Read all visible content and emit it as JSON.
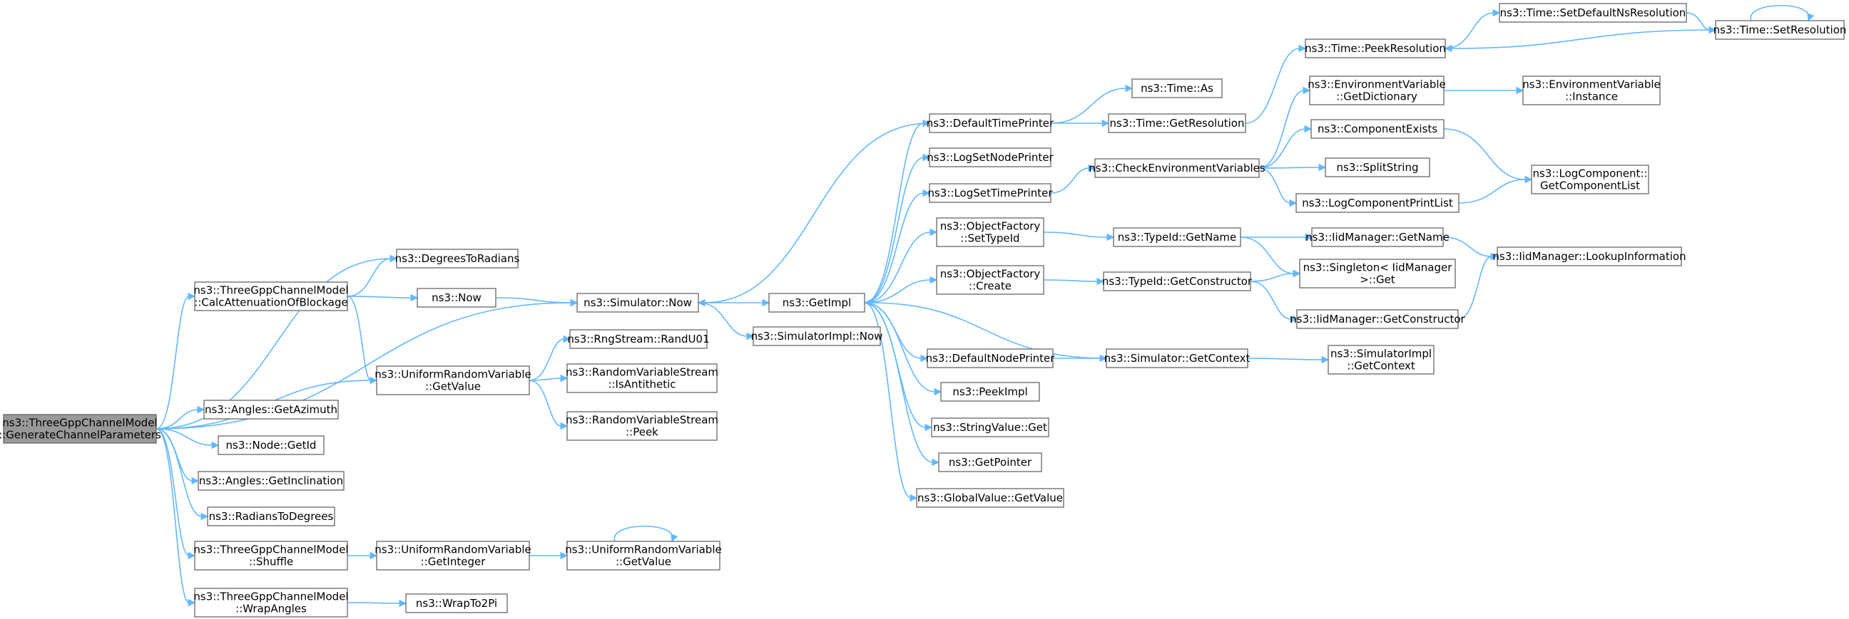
{
  "call_graph": {
    "nodes": [
      {
        "id": "root",
        "lines": [
          "ns3::ThreeGppChannelModel",
          "::GenerateChannelParameters"
        ],
        "highlight": true
      },
      {
        "id": "deg2rad",
        "lines": [
          "ns3::DegreesToRadians"
        ]
      },
      {
        "id": "calcatt",
        "lines": [
          "ns3::ThreeGppChannelModel",
          "::CalcAttenuationOfBlockage"
        ]
      },
      {
        "id": "now",
        "lines": [
          "ns3::Now"
        ]
      },
      {
        "id": "simnow",
        "lines": [
          "ns3::Simulator::Now"
        ]
      },
      {
        "id": "urvgetvalue",
        "lines": [
          "ns3::UniformRandomVariable",
          "::GetValue"
        ]
      },
      {
        "id": "getazimuth",
        "lines": [
          "ns3::Angles::GetAzimuth"
        ]
      },
      {
        "id": "nodegetid",
        "lines": [
          "ns3::Node::GetId"
        ]
      },
      {
        "id": "getincl",
        "lines": [
          "ns3::Angles::GetInclination"
        ]
      },
      {
        "id": "rad2deg",
        "lines": [
          "ns3::RadiansToDegrees"
        ]
      },
      {
        "id": "shuffle",
        "lines": [
          "ns3::ThreeGppChannelModel",
          "::Shuffle"
        ]
      },
      {
        "id": "wrapangles",
        "lines": [
          "ns3::ThreeGppChannelModel",
          "::WrapAngles"
        ]
      },
      {
        "id": "randu01",
        "lines": [
          "ns3::RngStream::RandU01"
        ]
      },
      {
        "id": "isanti",
        "lines": [
          "ns3::RandomVariableStream",
          "::IsAntithetic"
        ]
      },
      {
        "id": "rvspeek",
        "lines": [
          "ns3::RandomVariableStream",
          "::Peek"
        ]
      },
      {
        "id": "urvgetint",
        "lines": [
          "ns3::UniformRandomVariable",
          "::GetInteger"
        ]
      },
      {
        "id": "urvgetvalue2",
        "lines": [
          "ns3::UniformRandomVariable",
          "::GetValue"
        ]
      },
      {
        "id": "wrapto2pi",
        "lines": [
          "ns3::WrapTo2Pi"
        ]
      },
      {
        "id": "getimpl",
        "lines": [
          "ns3::GetImpl"
        ]
      },
      {
        "id": "simimplnow",
        "lines": [
          "ns3::SimulatorImpl::Now"
        ]
      },
      {
        "id": "deftimeprinter",
        "lines": [
          "ns3::DefaultTimePrinter"
        ]
      },
      {
        "id": "logsetnode",
        "lines": [
          "ns3::LogSetNodePrinter"
        ]
      },
      {
        "id": "logsettime",
        "lines": [
          "ns3::LogSetTimePrinter"
        ]
      },
      {
        "id": "ofsettypeid",
        "lines": [
          "ns3::ObjectFactory",
          "::SetTypeId"
        ]
      },
      {
        "id": "ofcreate",
        "lines": [
          "ns3::ObjectFactory",
          "::Create"
        ]
      },
      {
        "id": "defnodeprinter",
        "lines": [
          "ns3::DefaultNodePrinter"
        ]
      },
      {
        "id": "peekimpl",
        "lines": [
          "ns3::PeekImpl"
        ]
      },
      {
        "id": "stringvalueget",
        "lines": [
          "ns3::StringValue::Get"
        ]
      },
      {
        "id": "getpointer",
        "lines": [
          "ns3::GetPointer"
        ]
      },
      {
        "id": "globalvalueget",
        "lines": [
          "ns3::GlobalValue::GetValue"
        ]
      },
      {
        "id": "timeas",
        "lines": [
          "ns3::Time::As"
        ]
      },
      {
        "id": "timegetres",
        "lines": [
          "ns3::Time::GetResolution"
        ]
      },
      {
        "id": "checkenv",
        "lines": [
          "ns3::CheckEnvironmentVariables"
        ]
      },
      {
        "id": "typeidgetname",
        "lines": [
          "ns3::TypeId::GetName"
        ]
      },
      {
        "id": "typeidgetctor",
        "lines": [
          "ns3::TypeId::GetConstructor"
        ]
      },
      {
        "id": "simgetctx",
        "lines": [
          "ns3::Simulator::GetContext"
        ]
      },
      {
        "id": "timepeekres",
        "lines": [
          "ns3::Time::PeekResolution"
        ]
      },
      {
        "id": "envgetdict",
        "lines": [
          "ns3::EnvironmentVariable",
          "::GetDictionary"
        ]
      },
      {
        "id": "compexists",
        "lines": [
          "ns3::ComponentExists"
        ]
      },
      {
        "id": "splitstring",
        "lines": [
          "ns3::SplitString"
        ]
      },
      {
        "id": "logcompprint",
        "lines": [
          "ns3::LogComponentPrintList"
        ]
      },
      {
        "id": "iidgetname",
        "lines": [
          "ns3::IidManager::GetName"
        ]
      },
      {
        "id": "singletonget",
        "lines": [
          "ns3::Singleton< IidManager",
          " >::Get"
        ]
      },
      {
        "id": "iidgetctor",
        "lines": [
          "ns3::IidManager::GetConstructor"
        ]
      },
      {
        "id": "simimplgetctx",
        "lines": [
          "ns3::SimulatorImpl",
          "::GetContext"
        ]
      },
      {
        "id": "timesetdefns",
        "lines": [
          "ns3::Time::SetDefaultNsResolution"
        ]
      },
      {
        "id": "timesetres",
        "lines": [
          "ns3::Time::SetResolution"
        ]
      },
      {
        "id": "envinstance",
        "lines": [
          "ns3::EnvironmentVariable",
          "::Instance"
        ]
      },
      {
        "id": "logcompgetlist",
        "lines": [
          "ns3::LogComponent::",
          "GetComponentList"
        ]
      },
      {
        "id": "iidlookup",
        "lines": [
          "ns3::IidManager::LookupInformation"
        ]
      }
    ],
    "edges": [
      [
        "root",
        "deg2rad"
      ],
      [
        "root",
        "calcatt"
      ],
      [
        "root",
        "simnow"
      ],
      [
        "root",
        "urvgetvalue"
      ],
      [
        "root",
        "getazimuth"
      ],
      [
        "root",
        "nodegetid"
      ],
      [
        "root",
        "getincl"
      ],
      [
        "root",
        "rad2deg"
      ],
      [
        "root",
        "shuffle"
      ],
      [
        "root",
        "wrapangles"
      ],
      [
        "calcatt",
        "deg2rad"
      ],
      [
        "calcatt",
        "now"
      ],
      [
        "calcatt",
        "urvgetvalue"
      ],
      [
        "now",
        "simnow"
      ],
      [
        "simnow",
        "getimpl"
      ],
      [
        "simnow",
        "simimplnow"
      ],
      [
        "urvgetvalue",
        "randu01"
      ],
      [
        "urvgetvalue",
        "isanti"
      ],
      [
        "urvgetvalue",
        "rvspeek"
      ],
      [
        "shuffle",
        "urvgetint"
      ],
      [
        "urvgetint",
        "urvgetvalue2"
      ],
      [
        "urvgetvalue2",
        "urvgetvalue2"
      ],
      [
        "wrapangles",
        "wrapto2pi"
      ],
      [
        "getimpl",
        "deftimeprinter"
      ],
      [
        "getimpl",
        "logsetnode"
      ],
      [
        "getimpl",
        "logsettime"
      ],
      [
        "getimpl",
        "ofsettypeid"
      ],
      [
        "getimpl",
        "ofcreate"
      ],
      [
        "getimpl",
        "defnodeprinter"
      ],
      [
        "getimpl",
        "peekimpl"
      ],
      [
        "getimpl",
        "stringvalueget"
      ],
      [
        "getimpl",
        "getpointer"
      ],
      [
        "getimpl",
        "globalvalueget"
      ],
      [
        "deftimeprinter",
        "simnow"
      ],
      [
        "deftimeprinter",
        "timeas"
      ],
      [
        "deftimeprinter",
        "timegetres"
      ],
      [
        "timegetres",
        "timepeekres"
      ],
      [
        "timepeekres",
        "timesetdefns"
      ],
      [
        "timesetdefns",
        "timesetres"
      ],
      [
        "timesetres",
        "timepeekres"
      ],
      [
        "timesetres",
        "timesetres"
      ],
      [
        "logsettime",
        "checkenv"
      ],
      [
        "checkenv",
        "envgetdict"
      ],
      [
        "checkenv",
        "compexists"
      ],
      [
        "checkenv",
        "splitstring"
      ],
      [
        "checkenv",
        "logcompprint"
      ],
      [
        "envgetdict",
        "envinstance"
      ],
      [
        "compexists",
        "logcompgetlist"
      ],
      [
        "logcompprint",
        "logcompgetlist"
      ],
      [
        "ofsettypeid",
        "typeidgetname"
      ],
      [
        "typeidgetname",
        "iidgetname"
      ],
      [
        "typeidgetname",
        "singletonget"
      ],
      [
        "iidgetname",
        "iidlookup"
      ],
      [
        "ofcreate",
        "typeidgetctor"
      ],
      [
        "typeidgetctor",
        "singletonget"
      ],
      [
        "typeidgetctor",
        "iidgetctor"
      ],
      [
        "iidgetctor",
        "iidlookup"
      ],
      [
        "defnodeprinter",
        "simgetctx"
      ],
      [
        "simgetctx",
        "getimpl"
      ],
      [
        "simgetctx",
        "simimplgetctx"
      ]
    ]
  }
}
